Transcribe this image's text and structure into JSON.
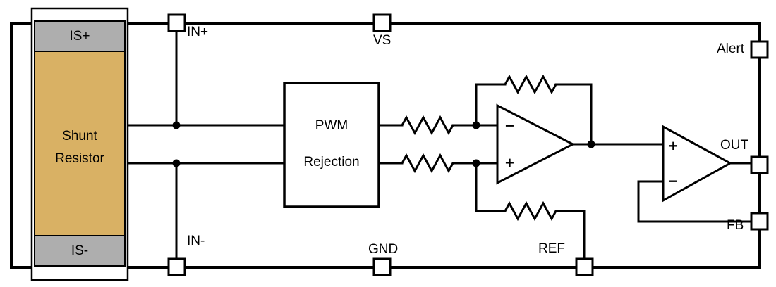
{
  "shunt": {
    "top_terminal": "IS+",
    "name_line1": "Shunt",
    "name_line2": "Resistor",
    "bottom_terminal": "IS-"
  },
  "pwm_block": {
    "line1": "PWM",
    "line2": "Rejection"
  },
  "pins": {
    "in_plus": "IN+",
    "vs": "VS",
    "alert": "Alert",
    "in_minus": "IN-",
    "gnd": "GND",
    "ref": "REF",
    "out": "OUT",
    "fb": "FB"
  },
  "opamp1": {
    "top_sign": "−",
    "bottom_sign": "+"
  },
  "opamp2": {
    "top_sign": "+",
    "bottom_sign": "−"
  },
  "colors": {
    "shunt_fill": "#d9b164",
    "terminal_fill": "#aeaeae",
    "line": "#000000",
    "background": "#ffffff"
  }
}
